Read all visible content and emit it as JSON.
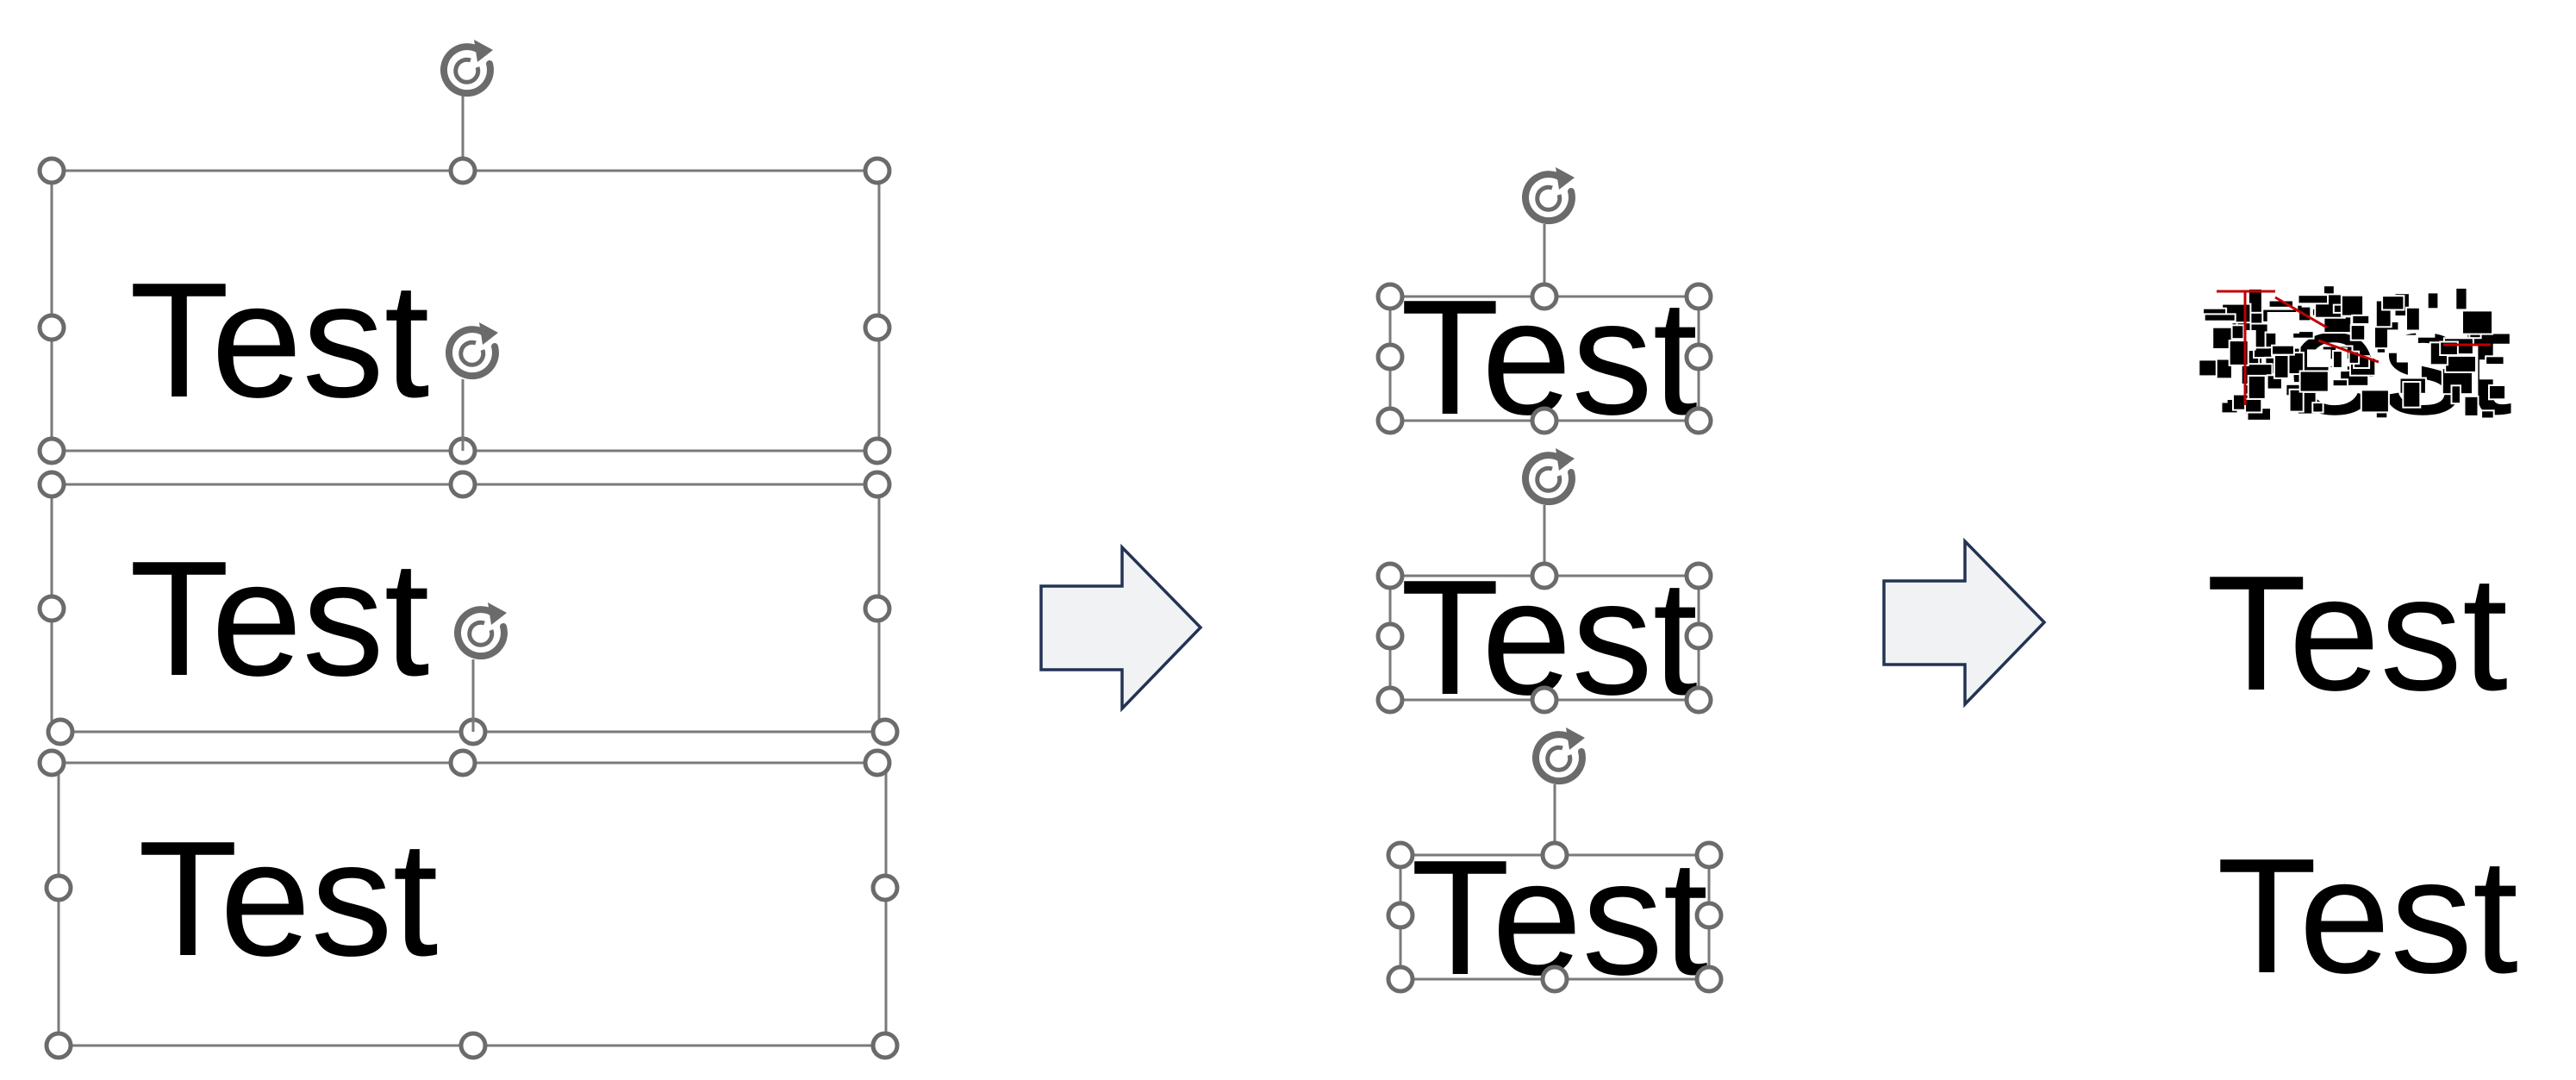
{
  "colors": {
    "text": "#000000",
    "handle_stroke": "#6b6b6b",
    "frame_stroke": "#7a7a7a",
    "arrow_fill": "#f1f2f3",
    "arrow_stroke": "#223354",
    "artifact_red": "#c00000"
  },
  "icons": [
    "rotation-handle-icon",
    "resize-handle-icon",
    "right-arrow-icon"
  ],
  "stage1": {
    "box1": {
      "text": "Test"
    },
    "box2": {
      "text": "Test"
    },
    "box3": {
      "text": "Test"
    }
  },
  "stage2": {
    "box1": {
      "text": "Test"
    },
    "box2": {
      "text": "Test"
    },
    "box3": {
      "text": "Test"
    }
  },
  "stage3": {
    "row1": {
      "text": "Test",
      "state": "corrupted glyph rendering"
    },
    "row2": {
      "text": "Test"
    },
    "row3": {
      "text": "Test"
    }
  }
}
